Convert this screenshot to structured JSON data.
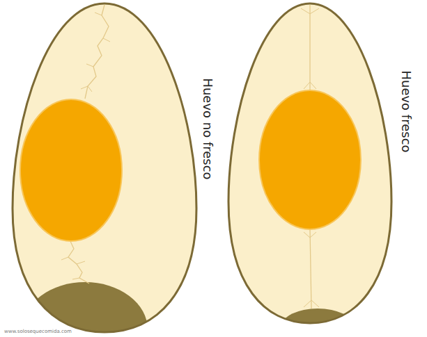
{
  "diagram": {
    "labels": [
      "Huevo no fresco",
      "Huevo fresco",
      "www.solosequecomida.com"
    ]
  }
}
